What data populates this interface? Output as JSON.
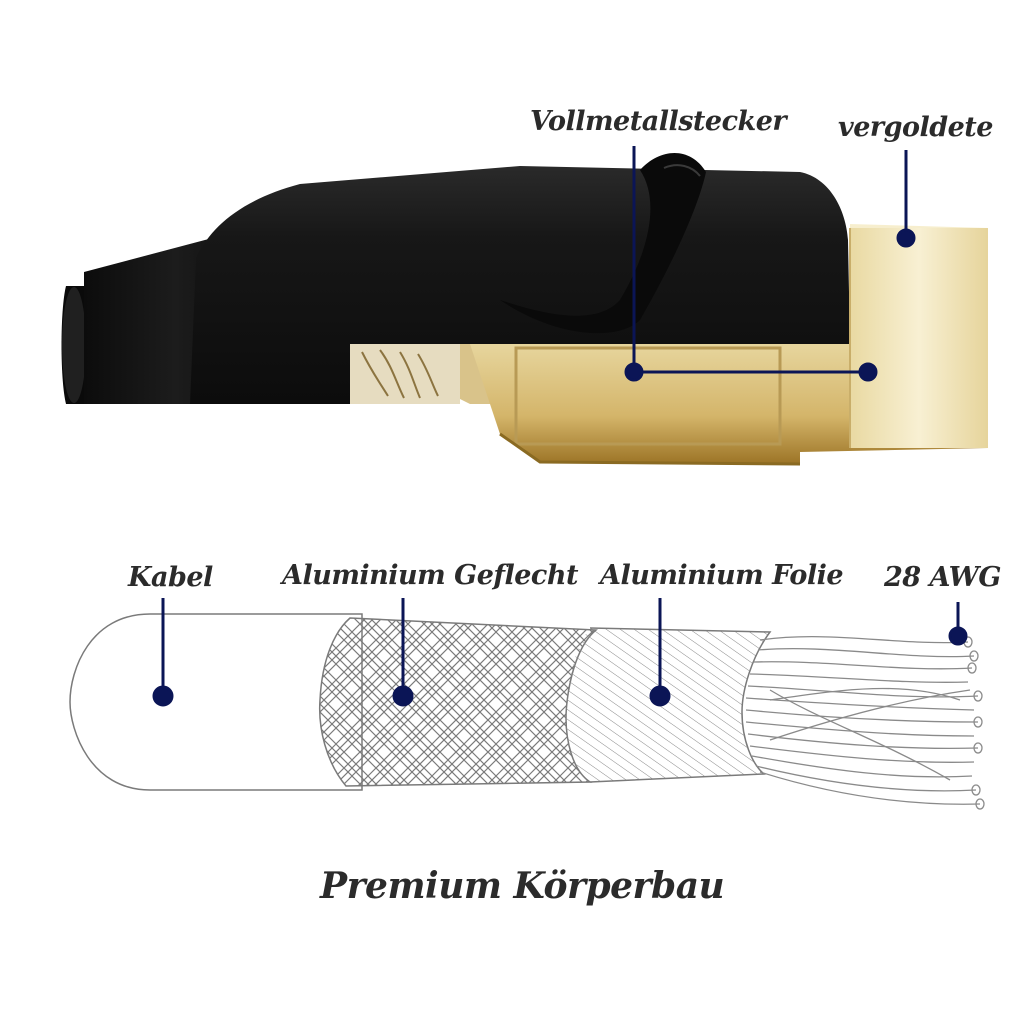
{
  "colors": {
    "callout": "#0b1556",
    "connector_black": "#141414",
    "gold_light": "#f3e6b8",
    "gold_dark": "#a8802e",
    "sketch_line": "#7a7a7a",
    "text": "#2b2b2b"
  },
  "connector_labels": {
    "metal_plug": "Vollmetallstecker",
    "gold_plated": "vergoldete"
  },
  "cable_labels": {
    "jacket": "Kabel",
    "braid": "Aluminium Geflecht",
    "foil": "Aluminium Folie",
    "conductor": "28 AWG"
  },
  "title": "Premium Körperbau"
}
